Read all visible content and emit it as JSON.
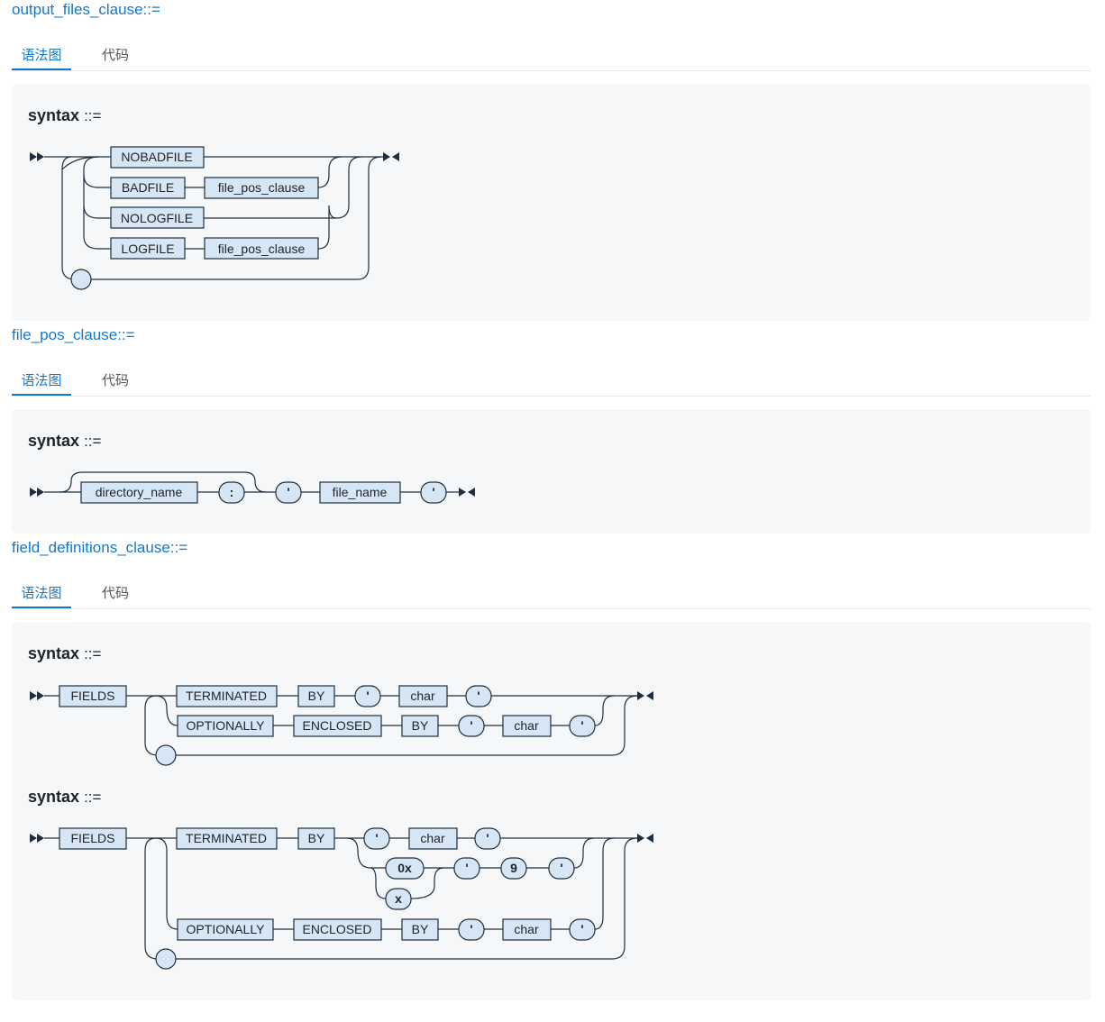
{
  "rules": [
    {
      "name": "output_files_clause",
      "sym": "::=",
      "tabs": [
        "语法图",
        "代码"
      ],
      "syntax": [
        {
          "label": "syntax",
          "op": "::="
        }
      ],
      "items": [
        "NOBADFILE",
        "BADFILE",
        "file_pos_clause",
        "NOLOGFILE",
        "LOGFILE",
        "file_pos_clause"
      ]
    },
    {
      "name": "file_pos_clause",
      "sym": "::=",
      "tabs": [
        "语法图",
        "代码"
      ],
      "syntax": [
        {
          "label": "syntax",
          "op": "::="
        }
      ],
      "items": [
        "directory_name",
        ":",
        "'",
        "file_name",
        "'"
      ]
    },
    {
      "name": "field_definitions_clause",
      "sym": "::=",
      "tabs": [
        "语法图",
        "代码"
      ],
      "syntax": [
        {
          "label": "syntax",
          "op": "::="
        },
        {
          "label": "syntax",
          "op": "::="
        }
      ],
      "d1": [
        "FIELDS",
        "TERMINATED",
        "BY",
        "'",
        "char",
        "'",
        "OPTIONALLY",
        "ENCLOSED",
        "BY",
        "'",
        "char",
        "'"
      ],
      "d2": [
        "FIELDS",
        "TERMINATED",
        "BY",
        "'",
        "char",
        "'",
        "0x",
        "x",
        "'",
        "9",
        "'",
        "OPTIONALLY",
        "ENCLOSED",
        "BY",
        "'",
        "char",
        "'"
      ]
    }
  ]
}
